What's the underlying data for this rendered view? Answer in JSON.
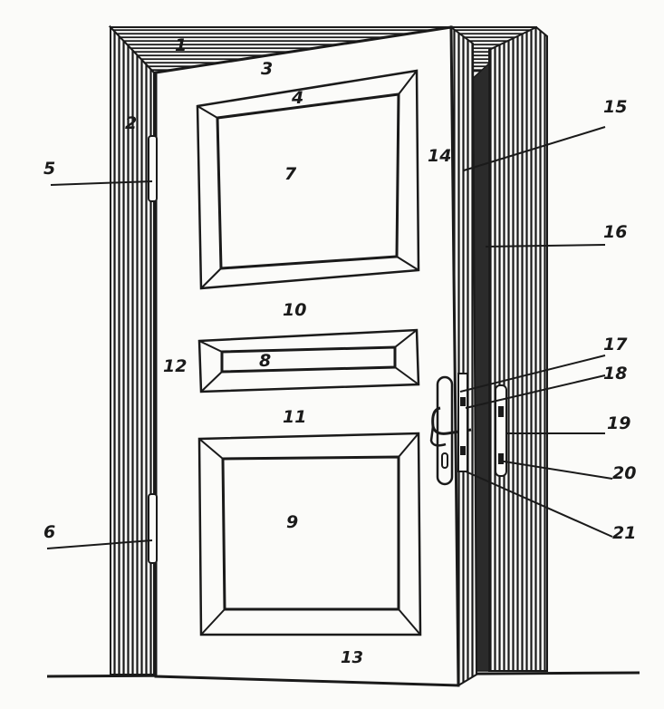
{
  "diagram": {
    "subject": "door-in-frame-with-numbered-parts",
    "colors": {
      "ink": "#1a1a1a",
      "paper": "#fbfbf9",
      "frame_shade": "#2b2b2b"
    },
    "labels": {
      "l1": "1",
      "l2": "2",
      "l3": "3",
      "l4": "4",
      "l5": "5",
      "l6": "6",
      "l7": "7",
      "l8": "8",
      "l9": "9",
      "l10": "10",
      "l11": "11",
      "l12": "12",
      "l13": "13",
      "l14": "14",
      "l15": "15",
      "l16": "16",
      "l17": "17",
      "l18": "18",
      "l19": "19",
      "l20": "20",
      "l21": "21"
    }
  }
}
